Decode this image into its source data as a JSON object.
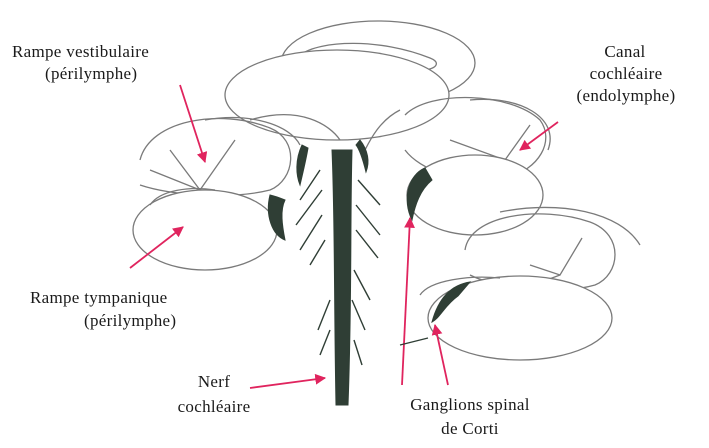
{
  "labels": {
    "rampe_vestibulaire": [
      "Rampe vestibulaire",
      "(périlymphe)"
    ],
    "canal_cochleaire": [
      "Canal",
      "cochléaire",
      "(endolymphe)"
    ],
    "rampe_tympanique": [
      "Rampe tympanique",
      "(périlymphe)"
    ],
    "nerf_cochleaire": [
      "Nerf",
      "cochléaire"
    ],
    "ganglions": [
      "Ganglions spinal",
      "de Corti"
    ]
  },
  "colors": {
    "outline": "#6e6e6e",
    "structure_fill": "#2f3e35",
    "arrow": "#e0245e",
    "text": "#1a1a1a"
  }
}
